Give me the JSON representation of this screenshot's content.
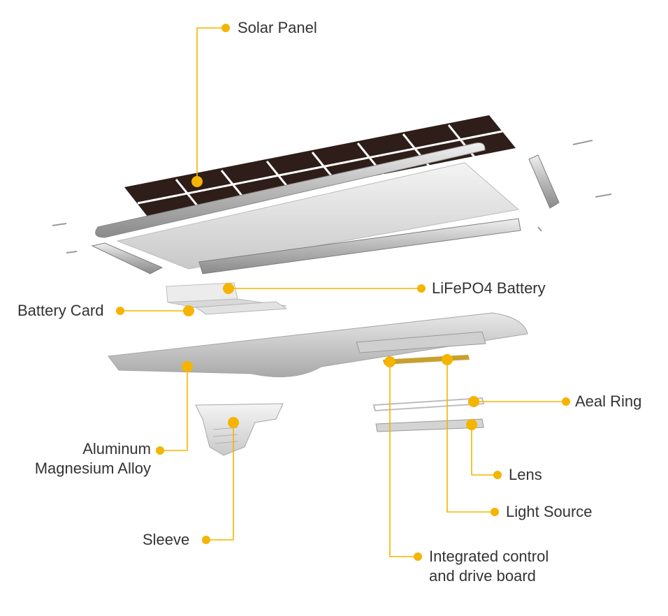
{
  "colors": {
    "accent": "#f5b400",
    "panel_cell": "#2e1d18",
    "metal_light": "#e3e3e3",
    "metal_dark": "#9a9a9a",
    "text": "#333333"
  },
  "labels": {
    "solar_panel": "Solar Panel",
    "lifepo4_battery": "LiFePO4 Battery",
    "battery_card": "Battery Card",
    "aeal_ring": "Aeal Ring",
    "aluminum_alloy_line1": "Aluminum",
    "aluminum_alloy_line2": "Magnesium Alloy",
    "lens": "Lens",
    "light_source": "Light Source",
    "sleeve": "Sleeve",
    "control_board_line1": "Integrated control",
    "control_board_line2": "and drive board"
  }
}
